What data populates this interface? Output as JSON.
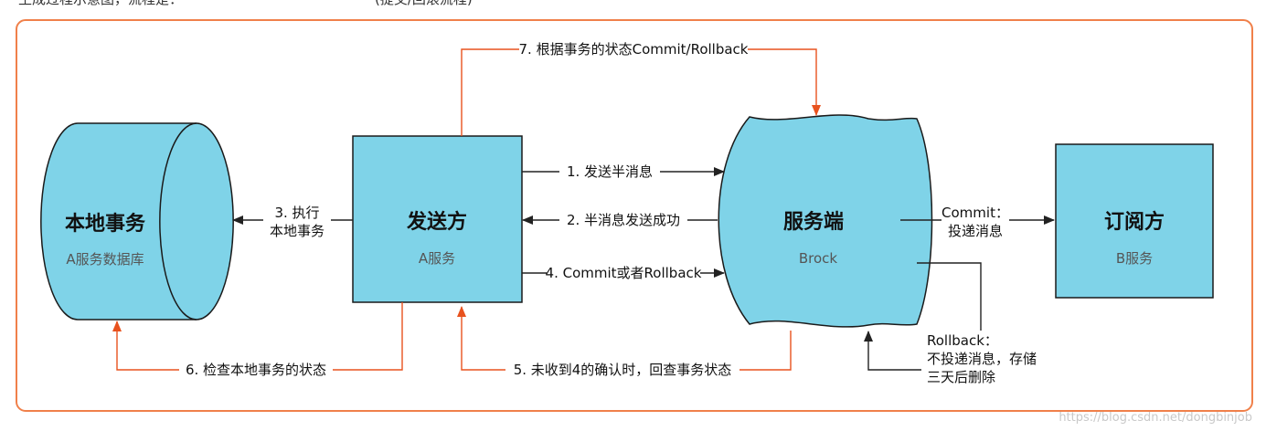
{
  "header": {
    "cut_text_left": "生成过程示意图，流程是：",
    "cut_text_right": "(提交/回滚流程)"
  },
  "nodes": {
    "local_tx": {
      "title": "本地事务",
      "subtitle": "A服务数据库"
    },
    "sender": {
      "title": "发送方",
      "subtitle": "A服务"
    },
    "server": {
      "title": "服务端",
      "subtitle": "Brock"
    },
    "subscriber": {
      "title": "订阅方",
      "subtitle": "B服务"
    }
  },
  "edges": {
    "step1": "1. 发送半消息",
    "step2": "2. 半消息发送成功",
    "step3_line1": "3. 执行",
    "step3_line2": "本地事务",
    "step4": "4. Commit或者Rollback",
    "step5": "5. 未收到4的确认时，回查事务状态",
    "step6": "6. 检查本地事务的状态",
    "step7": "7. 根据事务的状态Commit/Rollback",
    "commit_line1": "Commit：",
    "commit_line2": "投递消息",
    "rollback_line1": "Rollback：",
    "rollback_line2": "不投递消息，存储",
    "rollback_line3": "三天后删除"
  },
  "watermark": "https://blog.csdn.net/dongbinjob",
  "colors": {
    "node_fill": "#7fd3e8",
    "node_stroke": "#1a1a1a",
    "frame": "#f0804a",
    "feedback_arrow": "#e8521e",
    "primary_arrow": "#222222"
  }
}
